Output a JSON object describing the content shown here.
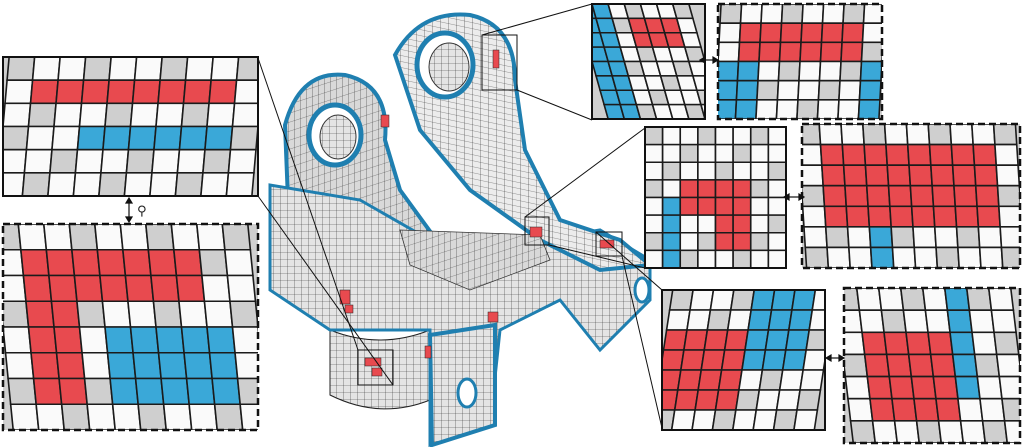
{
  "figure": {
    "link_symbol": "⚲",
    "colors": {
      "mesh_fill": "#e6e6e6",
      "mesh_line": "#2f2f2f",
      "boundary": "#3aa8d8",
      "boundary_dark": "#1f7fb0",
      "highlight": "#e84a4f",
      "highlight_dark": "#b52d33",
      "cell_white": "#fafafa",
      "cell_shade": "#cfcfcf"
    },
    "panels": [
      {
        "id": "left-top",
        "frame": "solid"
      },
      {
        "id": "left-bottom",
        "frame": "dashed"
      },
      {
        "id": "top-mid",
        "frame": "solid"
      },
      {
        "id": "top-right",
        "frame": "dashed"
      },
      {
        "id": "mid-mid",
        "frame": "solid"
      },
      {
        "id": "mid-right",
        "frame": "dashed"
      },
      {
        "id": "bot-mid",
        "frame": "solid"
      },
      {
        "id": "bot-right",
        "frame": "dashed"
      }
    ]
  }
}
